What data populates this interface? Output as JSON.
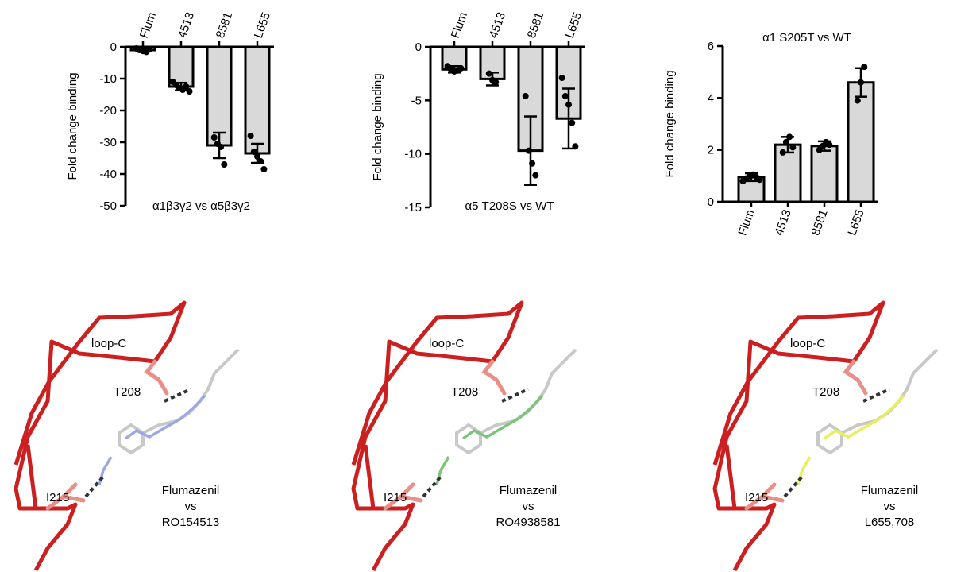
{
  "chart_data": [
    {
      "type": "bar",
      "title": "",
      "annotation": "α1β3γ2 vs α5β3γ2",
      "ylabel": "Fold change binding",
      "xlabel": "",
      "categories": [
        "Flum",
        "4513",
        "8581",
        "L655"
      ],
      "category_axis_position": "top",
      "ylim": [
        -50,
        0
      ],
      "yticks": [
        0,
        -10,
        -20,
        -30,
        -40,
        -50
      ],
      "values": [
        -1,
        -12.5,
        -31,
        -33.5
      ],
      "error": [
        0.5,
        1.2,
        4,
        3
      ],
      "points": [
        [
          -0.5,
          -1,
          -1.3,
          -1.6,
          -0.8
        ],
        [
          -11,
          -12,
          -13,
          -13.5,
          -12.5,
          -14
        ],
        [
          -28.5,
          -30.5,
          -31.5,
          -37
        ],
        [
          -28,
          -33,
          -34.5,
          -36,
          -38.5
        ]
      ],
      "grid": false
    },
    {
      "type": "bar",
      "title": "",
      "annotation": "α5 T208S vs WT",
      "ylabel": "Fold change binding",
      "xlabel": "",
      "categories": [
        "Flum",
        "4513",
        "8581",
        "L655"
      ],
      "category_axis_position": "top",
      "ylim": [
        -15,
        0
      ],
      "yticks": [
        0,
        -5,
        -10,
        -15
      ],
      "values": [
        -2.1,
        -3,
        -9.7,
        -6.7
      ],
      "error": [
        0.3,
        0.6,
        3.2,
        2.8
      ],
      "points": [
        [
          -1.8,
          -2.1,
          -2.3,
          -2.2,
          -2.0
        ],
        [
          -2.5,
          -3.1,
          -3.3
        ],
        [
          -4.6,
          -9.7,
          -10.9,
          -12.0
        ],
        [
          -2.9,
          -4.6,
          -5.4,
          -7.1,
          -9.3
        ]
      ],
      "grid": false
    },
    {
      "type": "bar",
      "title": "α1 S205T vs WT",
      "ylabel": "Fold change binding",
      "xlabel": "",
      "categories": [
        "Flum",
        "4513",
        "8581",
        "L655"
      ],
      "category_axis_position": "bottom",
      "ylim": [
        0,
        6
      ],
      "yticks": [
        0,
        2,
        4,
        6
      ],
      "values": [
        0.95,
        2.2,
        2.15,
        4.6
      ],
      "error": [
        0.15,
        0.3,
        0.18,
        0.55
      ],
      "points": [
        [
          0.8,
          0.9,
          1.0,
          1.05,
          0.95,
          0.85
        ],
        [
          1.9,
          2.3,
          2.5,
          2.1
        ],
        [
          2.0,
          2.15,
          2.3,
          2.2
        ],
        [
          3.9,
          4.6,
          5.2
        ]
      ],
      "grid": false
    }
  ],
  "structures": [
    {
      "loop_label": "loop-C",
      "residue_top": "T208",
      "residue_bottom": "I215",
      "caption": [
        "Flumazenil",
        "vs",
        "RO154513"
      ],
      "ligand_color": "#9aa8e8"
    },
    {
      "loop_label": "loop-C",
      "residue_top": "T208",
      "residue_bottom": "I215",
      "caption": [
        "Flumazenil",
        "vs",
        "RO4938581"
      ],
      "ligand_color": "#7cc47a"
    },
    {
      "loop_label": "loop-C",
      "residue_top": "T208",
      "residue_bottom": "I215",
      "caption": [
        "Flumazenil",
        "vs",
        "L655,708"
      ],
      "ligand_color": "#e6ef5c"
    }
  ],
  "colors": {
    "bar_fill": "#d9d9d9",
    "axis": "#000000",
    "backbone": "#cc1f1f",
    "residue": "#e88f88"
  }
}
